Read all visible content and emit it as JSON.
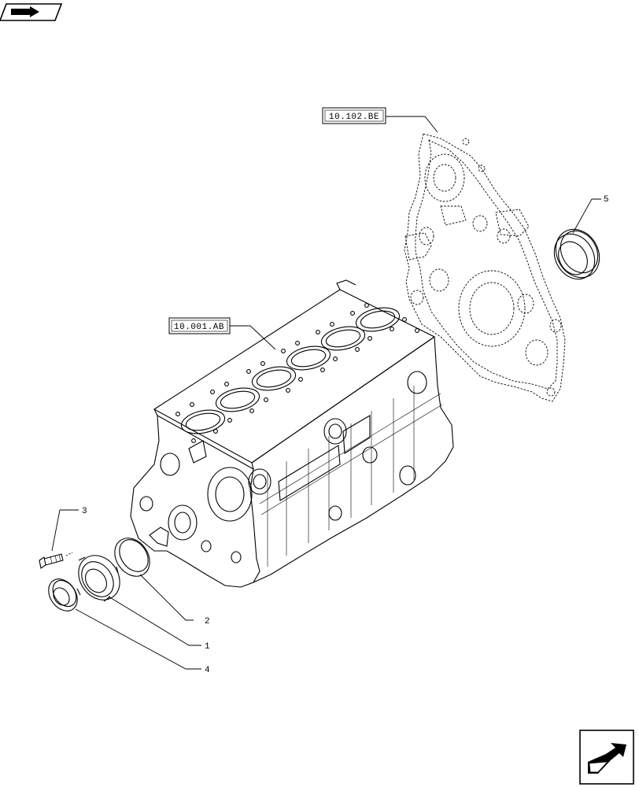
{
  "icons": {
    "top_left": "previous-page-arrow-icon",
    "bottom_right": "next-page-arrow-icon"
  },
  "references": {
    "timing_cover": "10.102.BE",
    "engine_block": "10.001.AB"
  },
  "callouts": {
    "item_1": "1",
    "item_2": "2",
    "item_3": "3",
    "item_4": "4",
    "item_5": "5"
  }
}
